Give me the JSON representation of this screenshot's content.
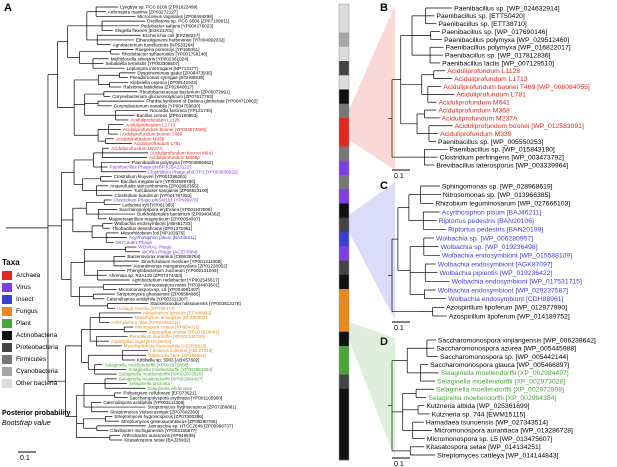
{
  "panels": {
    "a": "A",
    "b": "B",
    "c": "C",
    "d": "D"
  },
  "legend": {
    "title": "Taxa",
    "items": [
      {
        "label": "Archaea",
        "color": "#e0281e"
      },
      {
        "label": "Virus",
        "color": "#7b3fe4"
      },
      {
        "label": "Insect",
        "color": "#3a3fd4"
      },
      {
        "label": "Fungus",
        "color": "#e8891c"
      },
      {
        "label": "Plant",
        "color": "#4aa43a"
      },
      {
        "label": "Actinobacteria",
        "color": "#111111"
      },
      {
        "label": "Proteobacteria",
        "color": "#444444"
      },
      {
        "label": "Firmicutes",
        "color": "#777777"
      },
      {
        "label": "Cyanobacteria",
        "color": "#a6a6a6"
      },
      {
        "label": "Other bacteria",
        "color": "#dcdcdc"
      }
    ],
    "posterior": "Posterior probability",
    "bootstrap": "Bootstrap value"
  },
  "colors": {
    "black": "#000000",
    "archaea": "#e0281e",
    "virus": "#7b3fe4",
    "insect": "#3a3fd4",
    "fungus": "#e8891c",
    "plant": "#4aa43a"
  },
  "scales": {
    "a": "0.1",
    "b": "0.1",
    "c": "0.1",
    "d": "0.1"
  },
  "treeA": {
    "leaves": [
      {
        "t": "Lyngbya sp. PCC 8106 [ZP01622499]",
        "c": "black"
      },
      {
        "t": "Arthrospira maxima [ZP03272127]",
        "c": "black"
      },
      {
        "t": "Microcoleus vaginatus [ZP08494298]",
        "c": "black"
      },
      {
        "t": "Oscillatoria sp. PCC 6506 [ZP07109811]",
        "c": "black"
      },
      {
        "t": "Pedobacter saltans [YP004276023]",
        "c": "black"
      },
      {
        "t": "Shigella flexneri [EGK21701]",
        "c": "black"
      },
      {
        "t": "Escherichia coli [EFZ58227]",
        "c": "black"
      },
      {
        "t": "Ethanoligenens harbinense [YP004092032]",
        "c": "black"
      },
      {
        "t": "Agrobacterium tumefaciens [NP533264]",
        "c": "black"
      },
      {
        "t": "Ruegeria pomeroyi [YP168461]",
        "c": "black"
      },
      {
        "t": "Rhodobacter sphaeroides [YP001758146]",
        "c": "black"
      },
      {
        "t": "Methylocella silvestris [YP002361024]",
        "c": "black"
      },
      {
        "t": "Sebaldella termitidis [YP003308507]",
        "c": "black"
      },
      {
        "t": "Leptospira interrogans [NP713177]",
        "c": "black"
      },
      {
        "t": "Dysgonomonas gadei [ZP08473935]",
        "c": "black"
      },
      {
        "t": "Pseudomonas syringae [EGH98935]",
        "c": "black"
      },
      {
        "t": "Klebsiella oxytoca [ZP09141922]",
        "c": "black"
      },
      {
        "t": "Ralstonia fastidiosa [ZP02640817]",
        "c": "black"
      },
      {
        "t": "Rhodobacteraceae bacterium [ZP05072991]",
        "c": "black"
      },
      {
        "t": "Corynebacterium glucuronolyticum [ZP07617783]",
        "c": "black"
      },
      {
        "t": "Frankia symbiont of Datisca glomerata [YP004710062]",
        "c": "black"
      },
      {
        "t": "Corynebacterium variabile [YP004759830]",
        "c": "black"
      },
      {
        "t": "Nocardia farcinica [YP121745]",
        "c": "black"
      },
      {
        "t": "Bacillus cereus [ZP04180853]",
        "c": "black"
      },
      {
        "t": "Aciduliprofundum L1128",
        "c": "archaea"
      },
      {
        "t": "Aciduliprofundum L1713",
        "c": "archaea"
      },
      {
        "t": "Aciduliprofundum boonei [YP004874596]",
        "c": "archaea"
      },
      {
        "t": "Aciduliprofundum boonei T469",
        "c": "archaea"
      },
      {
        "t": "Aciduliprofundum M339",
        "c": "archaea"
      },
      {
        "t": "Aciduliprofundum L781",
        "c": "archaea"
      },
      {
        "t": "Aciduliprofundum M237A",
        "c": "archaea"
      },
      {
        "t": "Aciduliprofundum boonei M641",
        "c": "archaea"
      },
      {
        "t": "Aciduliprofundum M368p",
        "c": "archaea"
      },
      {
        "t": "Paenibacillus polymyxa [YP003869462]",
        "c": "black"
      },
      {
        "t": "Paenibacillus Phage phiBP [CBA13122]",
        "c": "virus"
      },
      {
        "t": "Clostridium Phage phiCTP1 [YP003856822]",
        "c": "virus"
      },
      {
        "t": "Clostridium kluyveri [YP001396261]",
        "c": "black"
      },
      {
        "t": "Bacillus megaterium [YP003599790]",
        "c": "black"
      },
      {
        "t": "Anaerofustis stercorihominis [ZP02862355]",
        "c": "black"
      },
      {
        "t": "Turicibacter sanguinis [ZP06623100]",
        "c": "black"
      },
      {
        "t": "Clostridium botulinum [YP001787252]",
        "c": "black"
      },
      {
        "t": "Clostridium Phage phiSM101 [YP699978]",
        "c": "virus"
      },
      {
        "t": "Leifsonia xyli [YP061365]",
        "c": "black"
      },
      {
        "t": "Saccharopolyspora erythraea [YP001107508]",
        "c": "black"
      },
      {
        "t": "Burkholderiales bacterium [ZP09404382]",
        "c": "black"
      },
      {
        "t": "Magnetospirillum magneticum [ZP00054097]",
        "c": "black"
      },
      {
        "t": "Wolbachia endosymbiont [ABH81733]",
        "c": "black"
      },
      {
        "t": "Thiobacillus denitrificans [ZP01371961]",
        "c": "black"
      },
      {
        "t": "Mesorhizobium loti [NP103976]",
        "c": "black"
      },
      {
        "t": "Acyrthosiphon pisum [BAJ46211]",
        "c": "insect"
      },
      {
        "t": "WOCauB1 Phage",
        "c": "virus"
      },
      {
        "t": "WOVitA1 Phage",
        "c": "virus"
      },
      {
        "t": "WORiA Phage [ACZ77884]",
        "c": "virus"
      },
      {
        "t": "Bacteriovorax marinus [CBW25764]",
        "c": "black"
      },
      {
        "t": "Sinorhizobium medicae [YP001311006]",
        "c": "black"
      },
      {
        "t": "Aurantimonas manganoxydans [ZP01228052]",
        "c": "black"
      },
      {
        "t": "Phenylobacterium zucineum [YP002131046]",
        "c": "black"
      },
      {
        "t": "Ahrensia sp. R2A130 [ZP07374483]",
        "c": "black"
      },
      {
        "t": "Agrobacterium radiobacter [YP002545617]",
        "c": "black"
      },
      {
        "t": "Verrucosispora maris [YP004403501]",
        "c": "black"
      },
      {
        "t": "Micromonospora sp. L5 [YP004081407]",
        "c": "black"
      },
      {
        "t": "Streptomyces ghanaensis [ZP06584986]",
        "c": "black"
      },
      {
        "t": "Catenulispora acidiphila [YP003111307]",
        "c": "black"
      },
      {
        "t": "Stackebrandtia nassauensis [YP003513178]",
        "c": "black"
      },
      {
        "t": "Ustilago maydis [XP758474]",
        "c": "fungus"
      },
      {
        "t": "Metarhizium acridum [EFY88983]",
        "c": "fungus"
      },
      {
        "t": "Metarhizium anisopliae [EFZ00802]",
        "c": "fungus"
      },
      {
        "t": "Arthroderma otae [XP002844711]",
        "c": "fungus"
      },
      {
        "t": "Neurospora crassa [XP964415]",
        "c": "fungus"
      },
      {
        "t": "Aspergillus oryzae [XP001820641]",
        "c": "fungus"
      },
      {
        "t": "Penicillium marneffei [XP002145760]",
        "c": "fungus"
      },
      {
        "t": "Aspergillus niger [EHA19003]",
        "c": "fungus"
      },
      {
        "t": "Myceliophthora thermophila [AEO55926]",
        "c": "fungus"
      },
      {
        "t": "Lactarius volemus [ABL67418]",
        "c": "fungus"
      },
      {
        "t": "Gibberella zeae [XP388983]",
        "c": "fungus"
      },
      {
        "t": "Kribbella sp. 5003 [ABX57602]",
        "c": "black"
      },
      {
        "t": "Selaginella moellendorffii [XP002972808]",
        "c": "plant"
      },
      {
        "t": "Selaginella moellendorffii [XP002984384]",
        "c": "plant"
      },
      {
        "t": "Selaginella moellendorffii [XP002973028]",
        "c": "plant"
      },
      {
        "t": "Selaginella moellendorffii [XP002984497]",
        "c": "plant"
      },
      {
        "t": "Selaginella uncinata",
        "c": "plant"
      },
      {
        "t": "Selaginella wildenowii",
        "c": "plant"
      },
      {
        "t": "Polyangium cellulosum [EFS73621]",
        "c": "black"
      },
      {
        "t": "Saccharopolyspora erythraea [YP001105960]",
        "c": "black"
      },
      {
        "t": "Catenulispora acidiphila [YP003111306]",
        "c": "black"
      },
      {
        "t": "Streptomyces hygroscopicus [ZP07289881]",
        "c": "black"
      },
      {
        "t": "Streptomyces violaceusniger [ZP07602350]",
        "c": "black"
      },
      {
        "t": "Streptomyces hygroscopicus [ZP07300396]",
        "c": "black"
      },
      {
        "t": "Streptomyces griseoaurantiacus [ZP08290786]",
        "c": "black"
      },
      {
        "t": "Jannaschia sp. HTCC2649 [ZP00996737]",
        "c": "black"
      },
      {
        "t": "Clavibacter michiganensis [YP003155677]",
        "c": "black"
      },
      {
        "t": "Arthrobacter aurescens [YP949539]",
        "c": "black"
      },
      {
        "t": "Kitasatospora setae [BAJ26932]",
        "c": "black"
      }
    ]
  },
  "treeB": {
    "leaves": [
      {
        "t": "Paenibacillus sp. [WP_024632914]",
        "c": "black"
      },
      {
        "t": "Paenibacillus sp. [ETT50420]",
        "c": "black"
      },
      {
        "t": "Paenibacillus sp. [ETT38710]",
        "c": "black"
      },
      {
        "t": "Paenibacillus sp. [WP_017690146]",
        "c": "black"
      },
      {
        "t": "Paenibacillus polymyxa [WP_029512460]",
        "c": "black"
      },
      {
        "t": "Paenibacillus polymyxa [WP_016822017]",
        "c": "black"
      },
      {
        "t": "Paenibacillus sp. [WP_017812836]",
        "c": "black"
      },
      {
        "t": "Paenibacillus lactis [WP_007129510]",
        "c": "black"
      },
      {
        "t": "Aciduliprofundum L1128",
        "c": "archaea"
      },
      {
        "t": "Aciduliprofundum L1713",
        "c": "archaea"
      },
      {
        "t": "Aciduliprofundum boonei T469 [WP_008084055]",
        "c": "archaea"
      },
      {
        "t": "Aciduliprofundum L781",
        "c": "archaea"
      },
      {
        "t": "Aciduliprofundum M641",
        "c": "archaea"
      },
      {
        "t": "Aciduliprofundum M368",
        "c": "archaea"
      },
      {
        "t": "Aciduliprofundum M237A",
        "c": "archaea"
      },
      {
        "t": "Aciduliprofundum boonei [WP_012583091]",
        "c": "archaea"
      },
      {
        "t": "Aciduliprofundum M339",
        "c": "archaea"
      },
      {
        "t": "Paenibacillus sp. [WP_005550253]",
        "c": "black"
      },
      {
        "t": "Paenibacillus sp. [WP_015843180]",
        "c": "black"
      },
      {
        "t": "Clostridium perfringens [WP_003473792]",
        "c": "black"
      },
      {
        "t": "Brevibacillus laterosporus [WP_003339964]",
        "c": "black"
      }
    ]
  },
  "treeC": {
    "leaves": [
      {
        "t": "Sphingomonas sp. [WP_028968619]",
        "c": "black"
      },
      {
        "t": "Nitrosomonas sp. [WP_013966385]",
        "c": "black"
      },
      {
        "t": "Rhizobium leguminosarum [WP_027666103]",
        "c": "black"
      },
      {
        "t": "Acyrthosiphon pisum [BAJ46211]",
        "c": "insect"
      },
      {
        "t": "Riptortus pedestris [BAN20106]",
        "c": "insect"
      },
      {
        "t": "Riptortus pedestris [BAN20199]",
        "c": "insect"
      },
      {
        "t": "Wolbachia sp. [WP_006280957]",
        "c": "insect"
      },
      {
        "t": "Wolbachia sp. [WP_019236498]",
        "c": "insect"
      },
      {
        "t": "Wolbachia endosymbiont [WP_015588109]",
        "c": "insect"
      },
      {
        "t": "Wolbachia endosymbiont [AGK87097]",
        "c": "insect"
      },
      {
        "t": "Wolbachia pipientis [WP_019236422]",
        "c": "insect"
      },
      {
        "t": "Wolbachia endosymbiont [WP_017531715]",
        "c": "insect"
      },
      {
        "t": "Wolbachia endosymbiont [WP_029237587]",
        "c": "insect"
      },
      {
        "t": "Wolbachia endosymbiont [CDH88961]",
        "c": "insect"
      },
      {
        "t": "Azospirillum lipoferum [WP_012977990]",
        "c": "black"
      },
      {
        "t": "Azospirillum lipoferum [WP_014189752]",
        "c": "black"
      }
    ]
  },
  "treeD": {
    "leaves": [
      {
        "t": "Saccharomonospora xinjiangensis [WP_006238642]",
        "c": "black"
      },
      {
        "t": "Saccharomonospora azurea [WP_005445988]",
        "c": "black"
      },
      {
        "t": "Saccharomonospora sp. [WP_005442144]",
        "c": "black"
      },
      {
        "t": "Saccharomonospora glauca [WP_005466897]",
        "c": "black"
      },
      {
        "t": "Selaginella moellendorffii [XP_002984497]",
        "c": "plant"
      },
      {
        "t": "Selaginella moellendorffii [XP_002973028]",
        "c": "plant"
      },
      {
        "t": "Selaginella moellendorffii [XP_002972808]",
        "c": "plant"
      },
      {
        "t": "Selaginella moellendorffii [XP_002984384]",
        "c": "plant"
      },
      {
        "t": "Kutzneria albida [WP_025361699]",
        "c": "black"
      },
      {
        "t": "Kutzneria sp. 744 [EWM15115]",
        "c": "black"
      },
      {
        "t": "Hamadaea tsunoensis [WP_027343514]",
        "c": "black"
      },
      {
        "t": "Micromonospora aurantiaca [WP_013286728]",
        "c": "black"
      },
      {
        "t": "Micromonospora sp. L5 [WP_013475607]",
        "c": "black"
      },
      {
        "t": "Kitasatospora setae [WP_014134251]",
        "c": "black"
      },
      {
        "t": "Streptomyces cattleya [WP_014144843]",
        "c": "black"
      }
    ]
  },
  "taxonStrip": [
    "#dcdcdc",
    "#dcdcdc",
    "#a6a6a6",
    "#dcdcdc",
    "#444444",
    "#dcdcdc",
    "#111111",
    "#777777",
    "#e0281e",
    "#e0281e",
    "#777777",
    "#7b3fe4",
    "#777777",
    "#7b3fe4",
    "#111111",
    "#444444",
    "#3a3fd4",
    "#7b3fe4",
    "#444444",
    "#111111",
    "#e8891c",
    "#e8891c",
    "#e8891c",
    "#111111",
    "#4aa43a",
    "#4aa43a",
    "#444444",
    "#111111",
    "#111111",
    "#111111",
    "#111111",
    "#111111"
  ]
}
